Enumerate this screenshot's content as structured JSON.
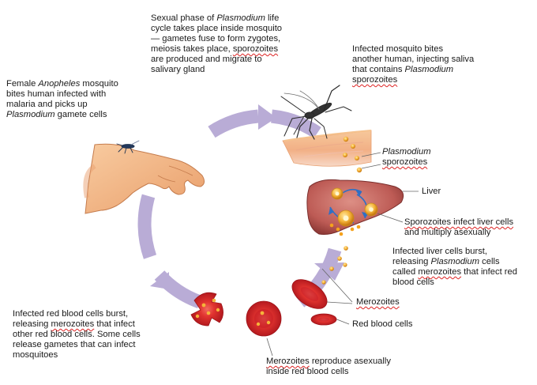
{
  "colors": {
    "cycle_arrow": "#b9acd6",
    "blood_red": "#d9262b",
    "blood_dark": "#a9151a",
    "liver": "#b95a55",
    "skin": "#f4ba8c",
    "spore": "#f0a030",
    "misspelling_underline": "#dd2222"
  },
  "labels": {
    "sexual_phase": {
      "l1_a": "Sexual phase of ",
      "l1_b": "Plasmodium",
      "l1_c": " life",
      "l2": "cycle takes place inside mosquito",
      "l3": "— gametes fuse to form zygotes,",
      "l4_a": "meiosis takes place, ",
      "l4_b": "sporozoites",
      "l5": "are produced and migrate to",
      "l6": "salivary gland"
    },
    "mosquito_bites_other": {
      "l1": "Infected mosquito bites",
      "l2": "another human, injecting saliva",
      "l3_a": "that contains ",
      "l3_b": "Plasmodium",
      "l4": "sporozoites"
    },
    "female_anopheles": {
      "l1_a": "Female ",
      "l1_b": "Anopheles",
      "l1_c": " mosquito",
      "l2": "bites human infected with",
      "l3": "malaria and picks up",
      "l4_a": "Plasmodium",
      "l4_b": " gamete cells"
    },
    "plasmodium_sporozoites": {
      "l1": "Plasmodium",
      "l2": "sporozoites"
    },
    "liver": "Liver",
    "sporozoites_infect": {
      "l1": "Sporozoites infect liver cells",
      "l2": "and multiply asexually"
    },
    "liver_cells_burst": {
      "l1": "Infected liver cells burst,",
      "l2_a": "releasing ",
      "l2_b": "Plasmodium",
      "l2_c": " cells",
      "l3_a": "called ",
      "l3_b": "merozoites",
      "l3_c": " that infect red",
      "l4": "blood cells"
    },
    "merozoites": "Merozoites",
    "red_blood_cells": "Red blood cells",
    "rbc_burst": {
      "l1": "Infected red blood cells burst,",
      "l2_a": "releasing ",
      "l2_b": "merozoites",
      "l2_c": " that infect",
      "l3": "other red blood cells.  Some cells",
      "l4": "release gametes that can infect",
      "l5": "mosquitoes"
    },
    "merozoites_reproduce": {
      "l1_a": "Merozoites",
      "l1_b": " reproduce asexually",
      "l2": "inside red blood cells"
    }
  }
}
